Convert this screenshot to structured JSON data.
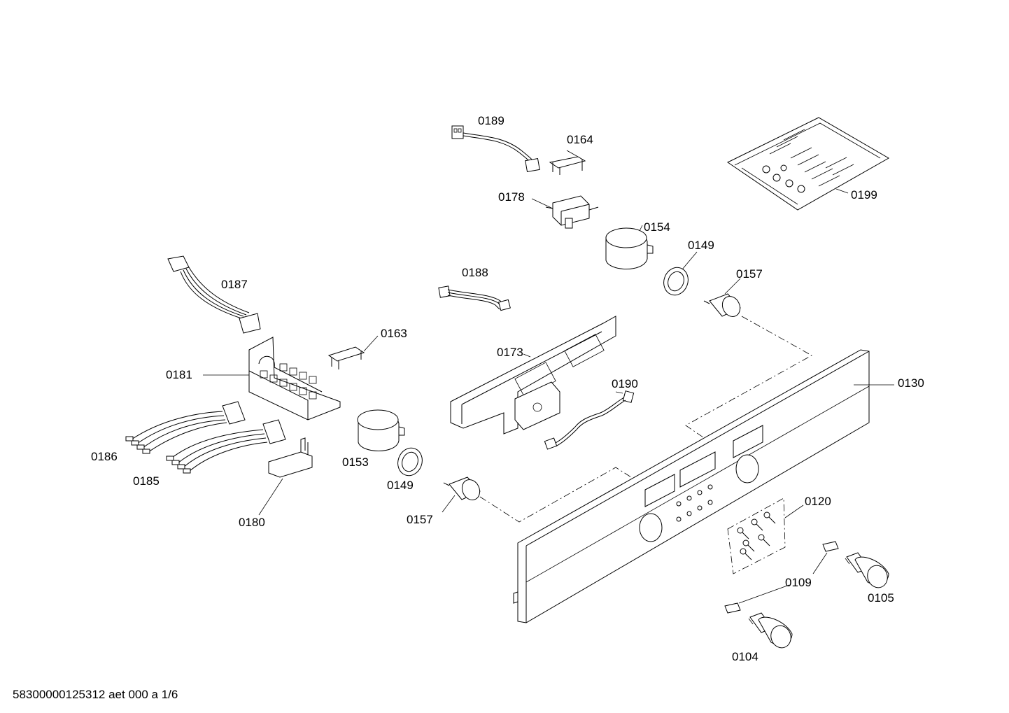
{
  "diagram": {
    "footer": "58300000125312 aet 000 a 1/6",
    "labels": {
      "l0189": "0189",
      "l0164": "0164",
      "l0178": "0178",
      "l0199": "0199",
      "l0154": "0154",
      "l0149a": "0149",
      "l0157a": "0157",
      "l0187": "0187",
      "l0188": "0188",
      "l0163": "0163",
      "l0173": "0173",
      "l0181": "0181",
      "l0190": "0190",
      "l0130": "0130",
      "l0186": "0186",
      "l0153": "0153",
      "l0185": "0185",
      "l0149b": "0149",
      "l0120": "0120",
      "l0157b": "0157",
      "l0180": "0180",
      "l0109": "0109",
      "l0105": "0105",
      "l0104": "0104"
    }
  }
}
